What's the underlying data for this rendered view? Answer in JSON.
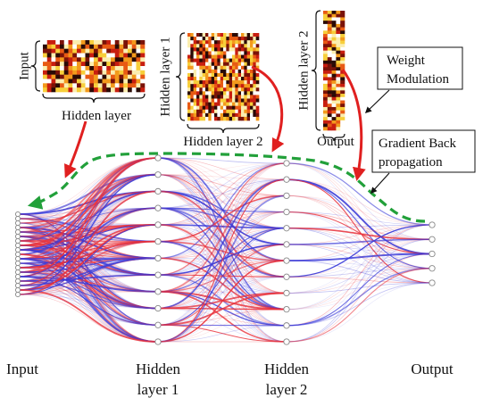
{
  "colors": {
    "positive_weight": "#e8303a",
    "negative_weight": "#3a3ad8",
    "arrow": "#e02020",
    "gradient_path": "#22a03a",
    "node_stroke": "#888888",
    "heatmap_palette": [
      "#2a0a06",
      "#7a1208",
      "#c81e10",
      "#e85a14",
      "#f39a1c",
      "#f7cf3a",
      "#fbeeb0",
      "#ffffff"
    ]
  },
  "network": {
    "layers": [
      {
        "name": "Input",
        "nodes": 19
      },
      {
        "name": "Hidden layer 1",
        "nodes": 12
      },
      {
        "name": "Hidden layer 2",
        "nodes": 12
      },
      {
        "name": "Output",
        "nodes": 5
      }
    ]
  },
  "labels": {
    "input": "Input",
    "hidden1_line1": "Hidden",
    "hidden1_line2": "layer 1",
    "hidden2_line1": "Hidden",
    "hidden2_line2": "layer 2",
    "output": "Output"
  },
  "heatmaps": {
    "m1": {
      "rows": 12,
      "cols": 24,
      "side_label": "Input",
      "bottom_label": "Hidden layer"
    },
    "m2": {
      "rows": 24,
      "cols": 24,
      "side_label": "Hidden layer 1",
      "bottom_label": "Hidden layer 2"
    },
    "m3": {
      "rows": 36,
      "cols": 5,
      "side_label": "Hidden layer 2",
      "bottom_label": "Output"
    }
  },
  "callouts": {
    "weight_line1": "Weight",
    "weight_line2": "Modulation",
    "gradient_line1": "Gradient Back",
    "gradient_line2": "propagation"
  }
}
